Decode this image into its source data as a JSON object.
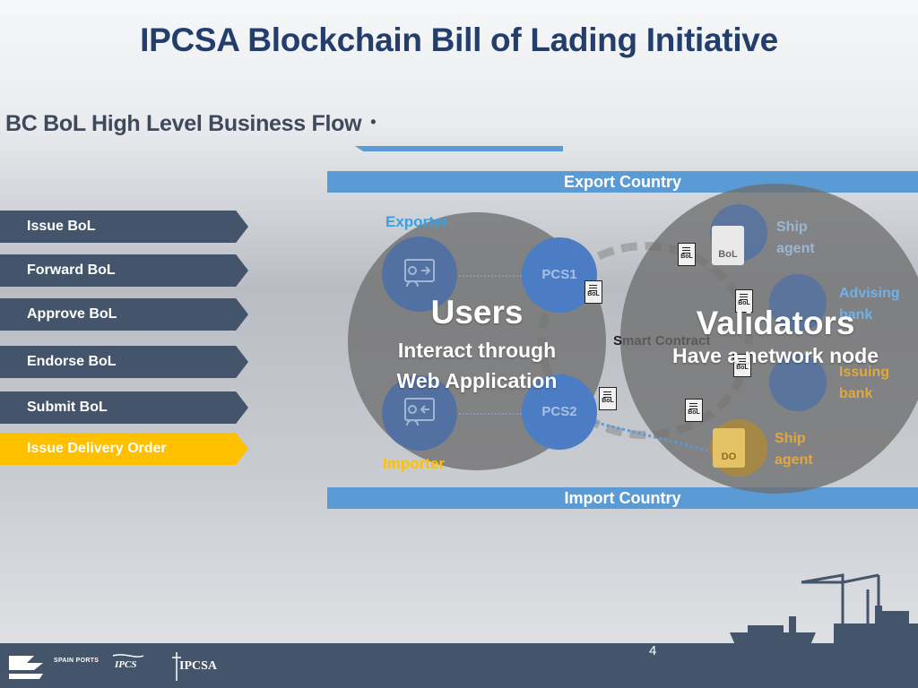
{
  "title": "IPCSA Blockchain Bill of Lading Initiative",
  "subtitle": "BC BoL High Level Business Flow",
  "subtitle_bullet": "•",
  "bands": {
    "export": "Export Country",
    "import": "Import Country"
  },
  "steps": [
    {
      "label": "Issue BoL",
      "active": false
    },
    {
      "label": "Forward BoL",
      "active": false
    },
    {
      "label": "Approve BoL",
      "active": false
    },
    {
      "label": "Endorse BoL",
      "active": false
    },
    {
      "label": "Submit BoL",
      "active": false
    },
    {
      "label": "Issue Delivery Order",
      "active": true
    }
  ],
  "users": {
    "title": "Users",
    "desc_line1": "Interact through",
    "desc_line2": "Web Application"
  },
  "validators": {
    "title": "Validators",
    "desc": "Have a network node"
  },
  "actors": {
    "exporter": "Exporter",
    "importer": "Importer"
  },
  "pcs": {
    "pcs1": "PCS1",
    "pcs2": "PCS2"
  },
  "smart_contract": {
    "first": "S",
    "rest": "mart Contract"
  },
  "parties": {
    "ship_agent_top": "Ship agent",
    "advising_bank": "Advising bank",
    "issuing_bank": "Issuing bank",
    "ship_agent_bottom": "Ship agent"
  },
  "docs": {
    "bol": "BoL",
    "do": "DO"
  },
  "footer": {
    "page_number": "4",
    "logo_seaports": "SPAIN PORTS",
    "logo_ipcs": "IPCS",
    "logo_ipcsa": "IPCSA"
  },
  "colors": {
    "title": "#243e6b",
    "band": "#5b9bd5",
    "chevron": "#44546a",
    "chevron_active": "#ffc000",
    "pcs": "#4c7cc4",
    "exporter_label": "#3aa0e4",
    "importer_label": "#ffc000"
  },
  "icons": {
    "exporter": "computer-user-icon",
    "importer": "computer-user-icon",
    "ship_agent": "document-icon",
    "bank": "bank-icon",
    "delivery_order": "document-icon"
  }
}
